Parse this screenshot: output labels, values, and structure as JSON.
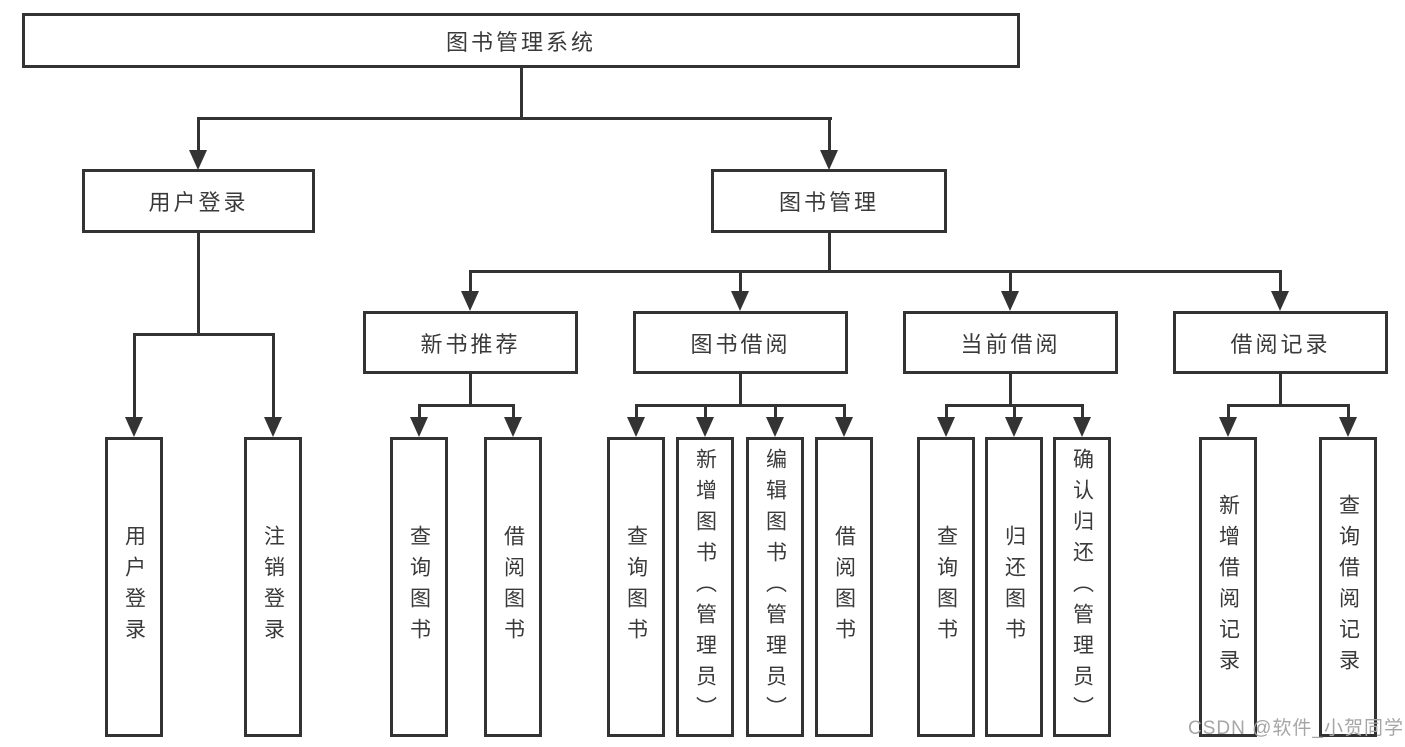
{
  "title": "图书管理系统",
  "watermark": "CSDN @软件_小贺同学",
  "colors": {
    "line": "#333333",
    "box_background": "#ffffff",
    "text": "#3a3a3a",
    "watermark": "#a6a6a6"
  },
  "tree": {
    "label": "图书管理系统",
    "children": [
      {
        "label": "用户登录",
        "children": [
          {
            "label": "用户登录"
          },
          {
            "label": "注销登录"
          }
        ]
      },
      {
        "label": "图书管理",
        "children": [
          {
            "label": "新书推荐",
            "children": [
              {
                "label": "查询图书"
              },
              {
                "label": "借阅图书"
              }
            ]
          },
          {
            "label": "图书借阅",
            "children": [
              {
                "label": "查询图书"
              },
              {
                "label": "新增图书（管理员）"
              },
              {
                "label": "编辑图书（管理员）"
              },
              {
                "label": "借阅图书"
              }
            ]
          },
          {
            "label": "当前借阅",
            "children": [
              {
                "label": "查询图书"
              },
              {
                "label": "归还图书"
              },
              {
                "label": "确认归还（管理员）"
              }
            ]
          },
          {
            "label": "借阅记录",
            "children": [
              {
                "label": "新增借阅记录"
              },
              {
                "label": "查询借阅记录"
              }
            ]
          }
        ]
      }
    ]
  }
}
